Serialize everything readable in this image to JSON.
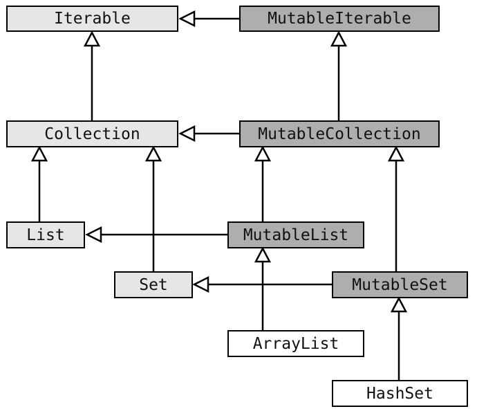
{
  "diagram": {
    "nodes": {
      "iterable": "Iterable",
      "mutable_iterable": "MutableIterable",
      "collection": "Collection",
      "mutable_collection": "MutableCollection",
      "list": "List",
      "mutable_list": "MutableList",
      "set": "Set",
      "mutable_set": "MutableSet",
      "array_list": "ArrayList",
      "hash_set": "HashSet"
    },
    "edges": [
      {
        "from": "MutableIterable",
        "to": "Iterable"
      },
      {
        "from": "Collection",
        "to": "Iterable"
      },
      {
        "from": "MutableCollection",
        "to": "MutableIterable"
      },
      {
        "from": "MutableCollection",
        "to": "Collection"
      },
      {
        "from": "List",
        "to": "Collection"
      },
      {
        "from": "Set",
        "to": "Collection"
      },
      {
        "from": "MutableList",
        "to": "MutableCollection"
      },
      {
        "from": "MutableList",
        "to": "List"
      },
      {
        "from": "MutableSet",
        "to": "MutableCollection"
      },
      {
        "from": "MutableSet",
        "to": "Set"
      },
      {
        "from": "ArrayList",
        "to": "MutableList"
      },
      {
        "from": "HashSet",
        "to": "MutableSet"
      }
    ],
    "colors": {
      "readonly_fill": "#e6e6e6",
      "mutable_fill": "#aeaeae",
      "class_fill": "#ffffff",
      "stroke": "#000000"
    }
  }
}
